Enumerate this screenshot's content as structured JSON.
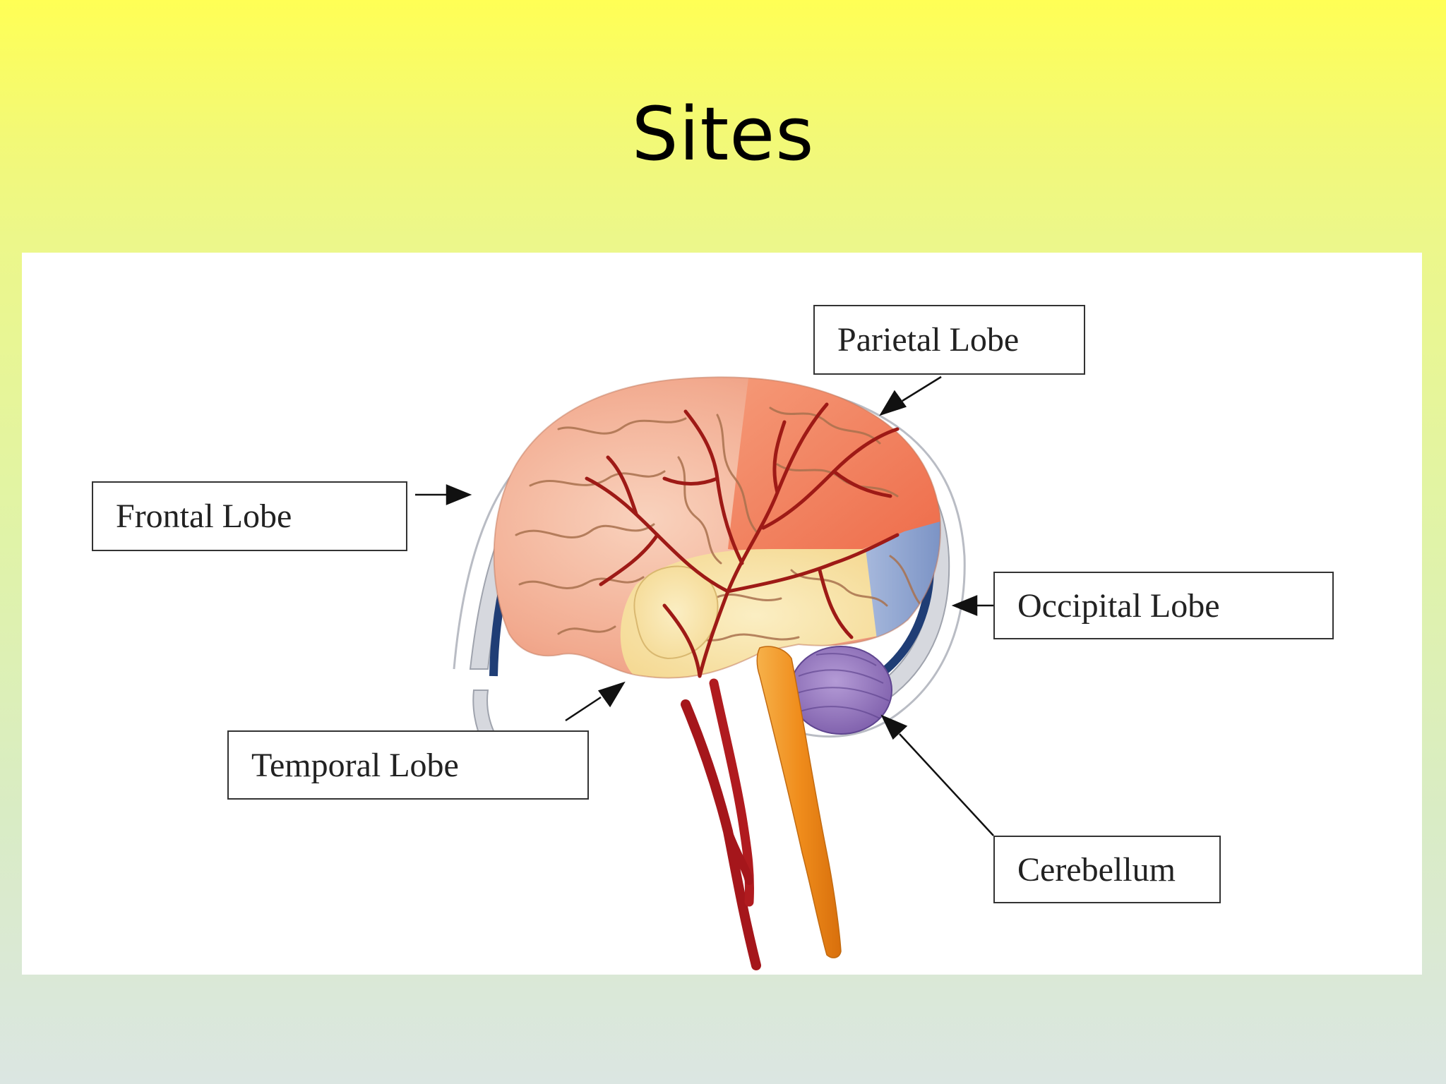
{
  "slide": {
    "title": "Sites"
  },
  "diagram": {
    "labels": {
      "parietal": "Parietal Lobe",
      "frontal": "Frontal Lobe",
      "occipital": "Occipital Lobe",
      "temporal": "Temporal Lobe",
      "cerebellum": "Cerebellum"
    },
    "colors": {
      "frontal": "#f2a98d",
      "parietal": "#ef7b5c",
      "temporal": "#f9e4a6",
      "occipital": "#8ea6d0",
      "cerebellum": "#9b7ec2",
      "arteries": "#b3201d",
      "brainstem": "#f0961e",
      "skull": "#c9ccd6"
    }
  }
}
